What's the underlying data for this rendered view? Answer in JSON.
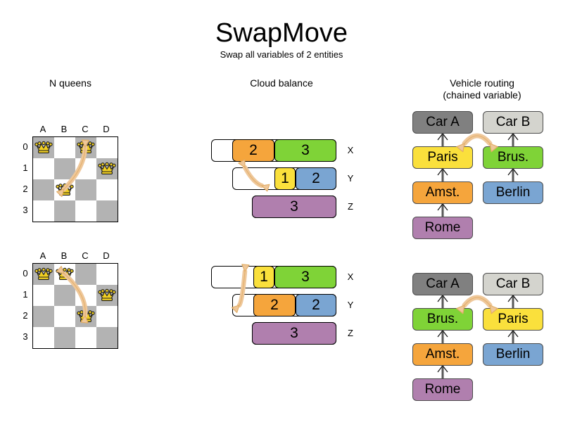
{
  "header": {
    "title": "SwapMove",
    "subtitle": "Swap all variables of 2 entities"
  },
  "columns": {
    "nqueens": {
      "heading": "N queens"
    },
    "cloud": {
      "heading": "Cloud balance"
    },
    "vehicle": {
      "heading_line1": "Vehicle routing",
      "heading_line2": "(chained variable)"
    }
  },
  "colors": {
    "orange": "#F5A53C",
    "green": "#7FD337",
    "yellow": "#FAE03C",
    "blue": "#7AA5D2",
    "purple": "#B07FAE",
    "gray_dark": "#808080",
    "gray_light": "#D4D4CE",
    "arrow": "#E2AC63",
    "arrow_fill": "#EEC79A",
    "board_dark": "#B3B3B3",
    "board_light": "#FFFFFF",
    "queen_gold": "#F2D024"
  },
  "nqueens": {
    "files": [
      "A",
      "B",
      "C",
      "D"
    ],
    "ranks": [
      "0",
      "1",
      "2",
      "3"
    ],
    "before": {
      "queens": [
        {
          "file": "A",
          "rank": "0"
        },
        {
          "file": "C",
          "rank": "0"
        },
        {
          "file": "D",
          "rank": "1"
        },
        {
          "file": "B",
          "rank": "2"
        }
      ],
      "swap_arrow": {
        "from": "C0",
        "to": "B2"
      }
    },
    "after": {
      "queens": [
        {
          "file": "A",
          "rank": "0"
        },
        {
          "file": "B",
          "rank": "0"
        },
        {
          "file": "D",
          "rank": "1"
        },
        {
          "file": "C",
          "rank": "2"
        }
      ],
      "swap_arrow": {
        "from": "B0",
        "to": "C2"
      }
    }
  },
  "cloud": {
    "before": {
      "rows": [
        {
          "label": "X",
          "indent": 0,
          "processes": [
            {
              "value": "2",
              "color": "#F5A53C",
              "width": 60
            },
            {
              "value": "3",
              "color": "#7FD337",
              "width": 88
            }
          ]
        },
        {
          "label": "Y",
          "indent": 30,
          "processes": [
            {
              "value": "1",
              "color": "#FAE03C",
              "width": 30
            },
            {
              "value": "2",
              "color": "#7AA5D2",
              "width": 58
            }
          ]
        },
        {
          "label": "Z",
          "indent": 58,
          "processes": [
            {
              "value": "3",
              "color": "#B07FAE",
              "width": 120
            }
          ]
        }
      ],
      "swap_arrow": {
        "from": "Y.1",
        "to": "X.2"
      }
    },
    "after": {
      "rows": [
        {
          "label": "X",
          "indent": 0,
          "processes": [
            {
              "value": "1",
              "color": "#FAE03C",
              "width": 30
            },
            {
              "value": "3",
              "color": "#7FD337",
              "width": 88
            }
          ]
        },
        {
          "label": "Y",
          "indent": 30,
          "processes": [
            {
              "value": "2",
              "color": "#F5A53C",
              "width": 60
            },
            {
              "value": "2",
              "color": "#7AA5D2",
              "width": 58
            }
          ]
        },
        {
          "label": "Z",
          "indent": 58,
          "processes": [
            {
              "value": "3",
              "color": "#B07FAE",
              "width": 120
            }
          ]
        }
      ],
      "swap_arrow": {
        "from": "X.1",
        "to": "Y.2"
      }
    }
  },
  "vehicle": {
    "before": {
      "vehicles": [
        {
          "name": "Car A",
          "color": "#808080"
        },
        {
          "name": "Car B",
          "color": "#D4D4CE"
        }
      ],
      "chainA": [
        {
          "name": "Paris",
          "color": "#FAE03C"
        },
        {
          "name": "Amst.",
          "color": "#F5A53C"
        },
        {
          "name": "Rome",
          "color": "#B07FAE"
        }
      ],
      "chainB": [
        {
          "name": "Brus.",
          "color": "#7FD337"
        },
        {
          "name": "Berlin",
          "color": "#7AA5D2"
        }
      ],
      "swap_arrow": {
        "from": "Paris",
        "to": "Brus."
      }
    },
    "after": {
      "vehicles": [
        {
          "name": "Car A",
          "color": "#808080"
        },
        {
          "name": "Car B",
          "color": "#D4D4CE"
        }
      ],
      "chainA": [
        {
          "name": "Brus.",
          "color": "#7FD337"
        },
        {
          "name": "Amst.",
          "color": "#F5A53C"
        },
        {
          "name": "Rome",
          "color": "#B07FAE"
        }
      ],
      "chainB": [
        {
          "name": "Paris",
          "color": "#FAE03C"
        },
        {
          "name": "Berlin",
          "color": "#7AA5D2"
        }
      ],
      "swap_arrow": {
        "from": "Brus.",
        "to": "Paris"
      }
    }
  }
}
